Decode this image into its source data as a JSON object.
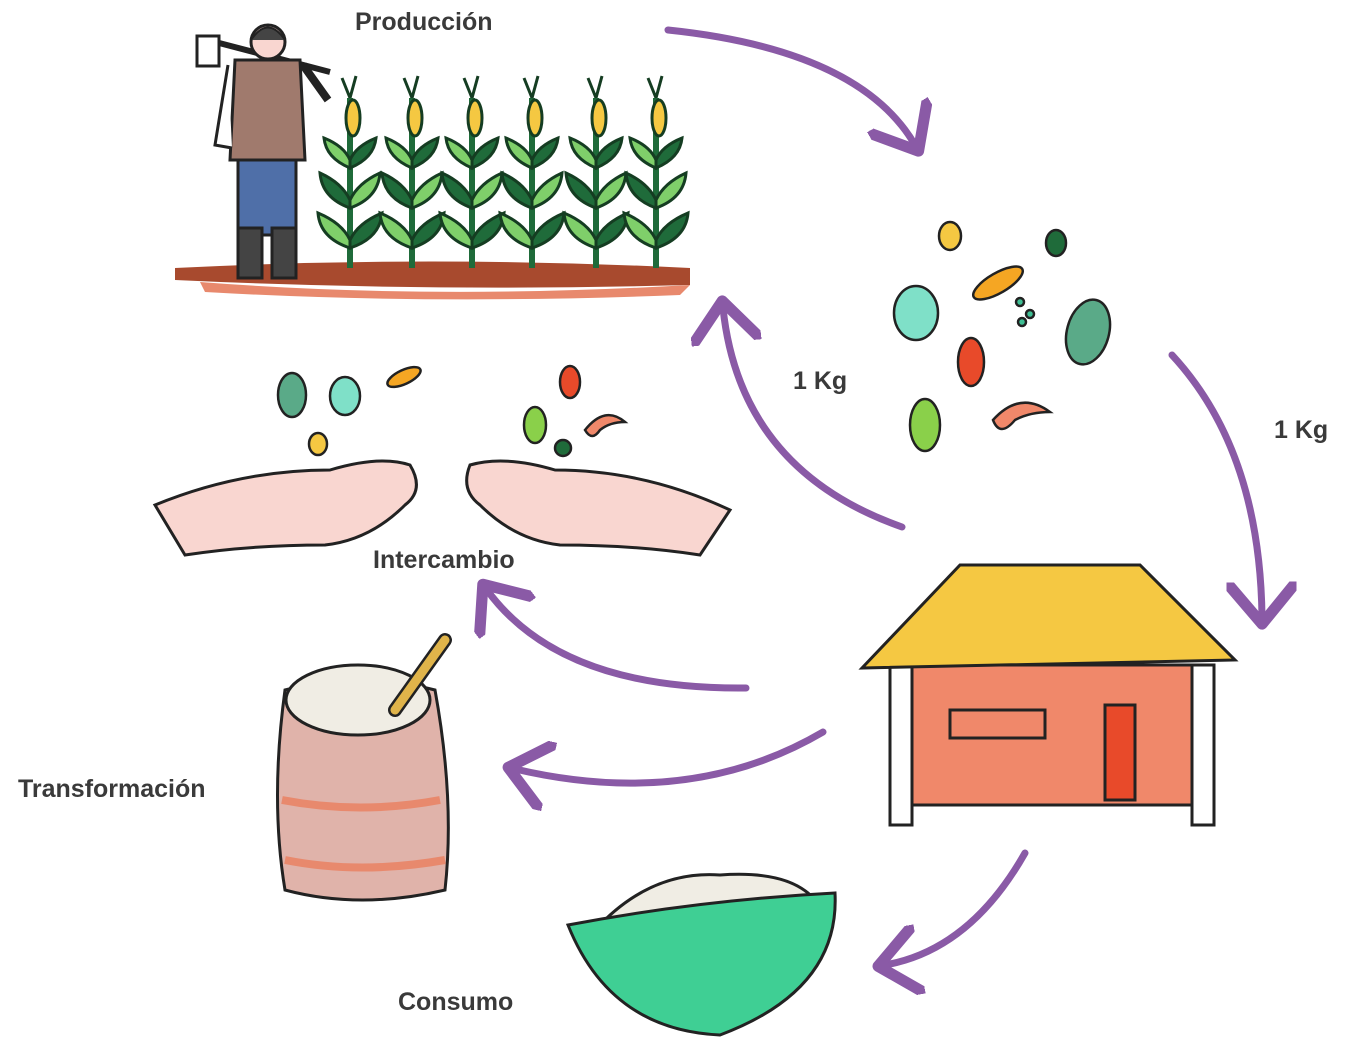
{
  "labels": {
    "produccion": "Producción",
    "intercambio": "Intercambio",
    "transformacion": "Transformación",
    "consumo": "Consumo",
    "kg_left": "1 Kg",
    "kg_right": "1 Kg"
  },
  "colors": {
    "arrow": "#8a5aa6",
    "roof": "#f5c842",
    "house": "#f0886a",
    "leaf_dark": "#1f6b3a",
    "leaf_light": "#7fcf6a",
    "soil": "#e8896d",
    "skin": "#f9d6d0",
    "bowl": "#3fcf94",
    "sack": "#e0b3aa"
  },
  "icons": [
    "farmer-icon",
    "corn-plants-icon",
    "seeds-icon",
    "hands-icon",
    "house-icon",
    "flour-sack-icon",
    "bowl-icon"
  ]
}
